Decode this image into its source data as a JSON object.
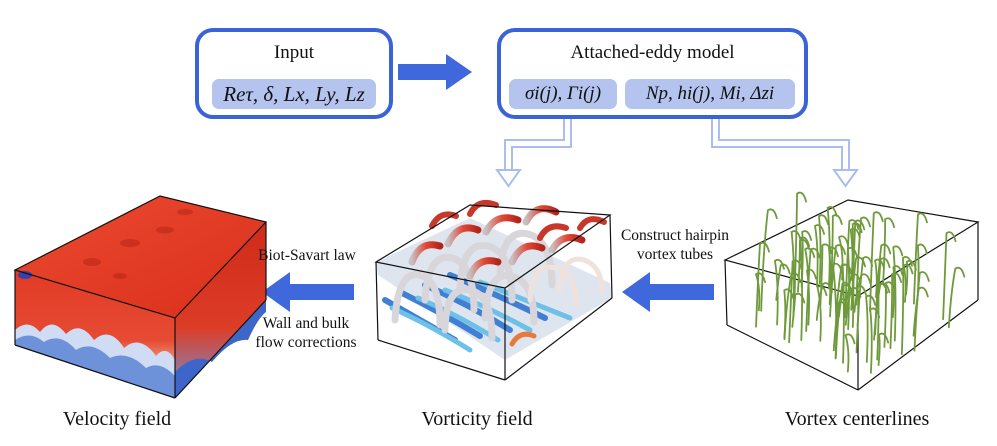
{
  "input_box": {
    "title": "Input",
    "params": "Reτ, δ, Lx, Ly, Lz"
  },
  "model_box": {
    "title": "Attached-eddy model",
    "params_left": "σi(j), Γi(j)",
    "params_right": "Np, hi(j), Mi, Δzi"
  },
  "labels": {
    "biot_savart": "Biot-Savart law",
    "corrections_line1": "Wall and bulk",
    "corrections_line2": "flow corrections",
    "construct_line1": "Construct hairpin",
    "construct_line2": "vortex tubes"
  },
  "captions": {
    "velocity": "Velocity field",
    "vorticity": "Vorticity field",
    "centerlines": "Vortex centerlines"
  },
  "colors": {
    "box_border": "#3b63d8",
    "chip_fill": "#b4c4ee",
    "arrow_fill": "#3f68dc",
    "hollow_arrow": "#a9bdf0",
    "velocity_red": "#e63a24",
    "vortex_green": "#6f9a3c"
  }
}
